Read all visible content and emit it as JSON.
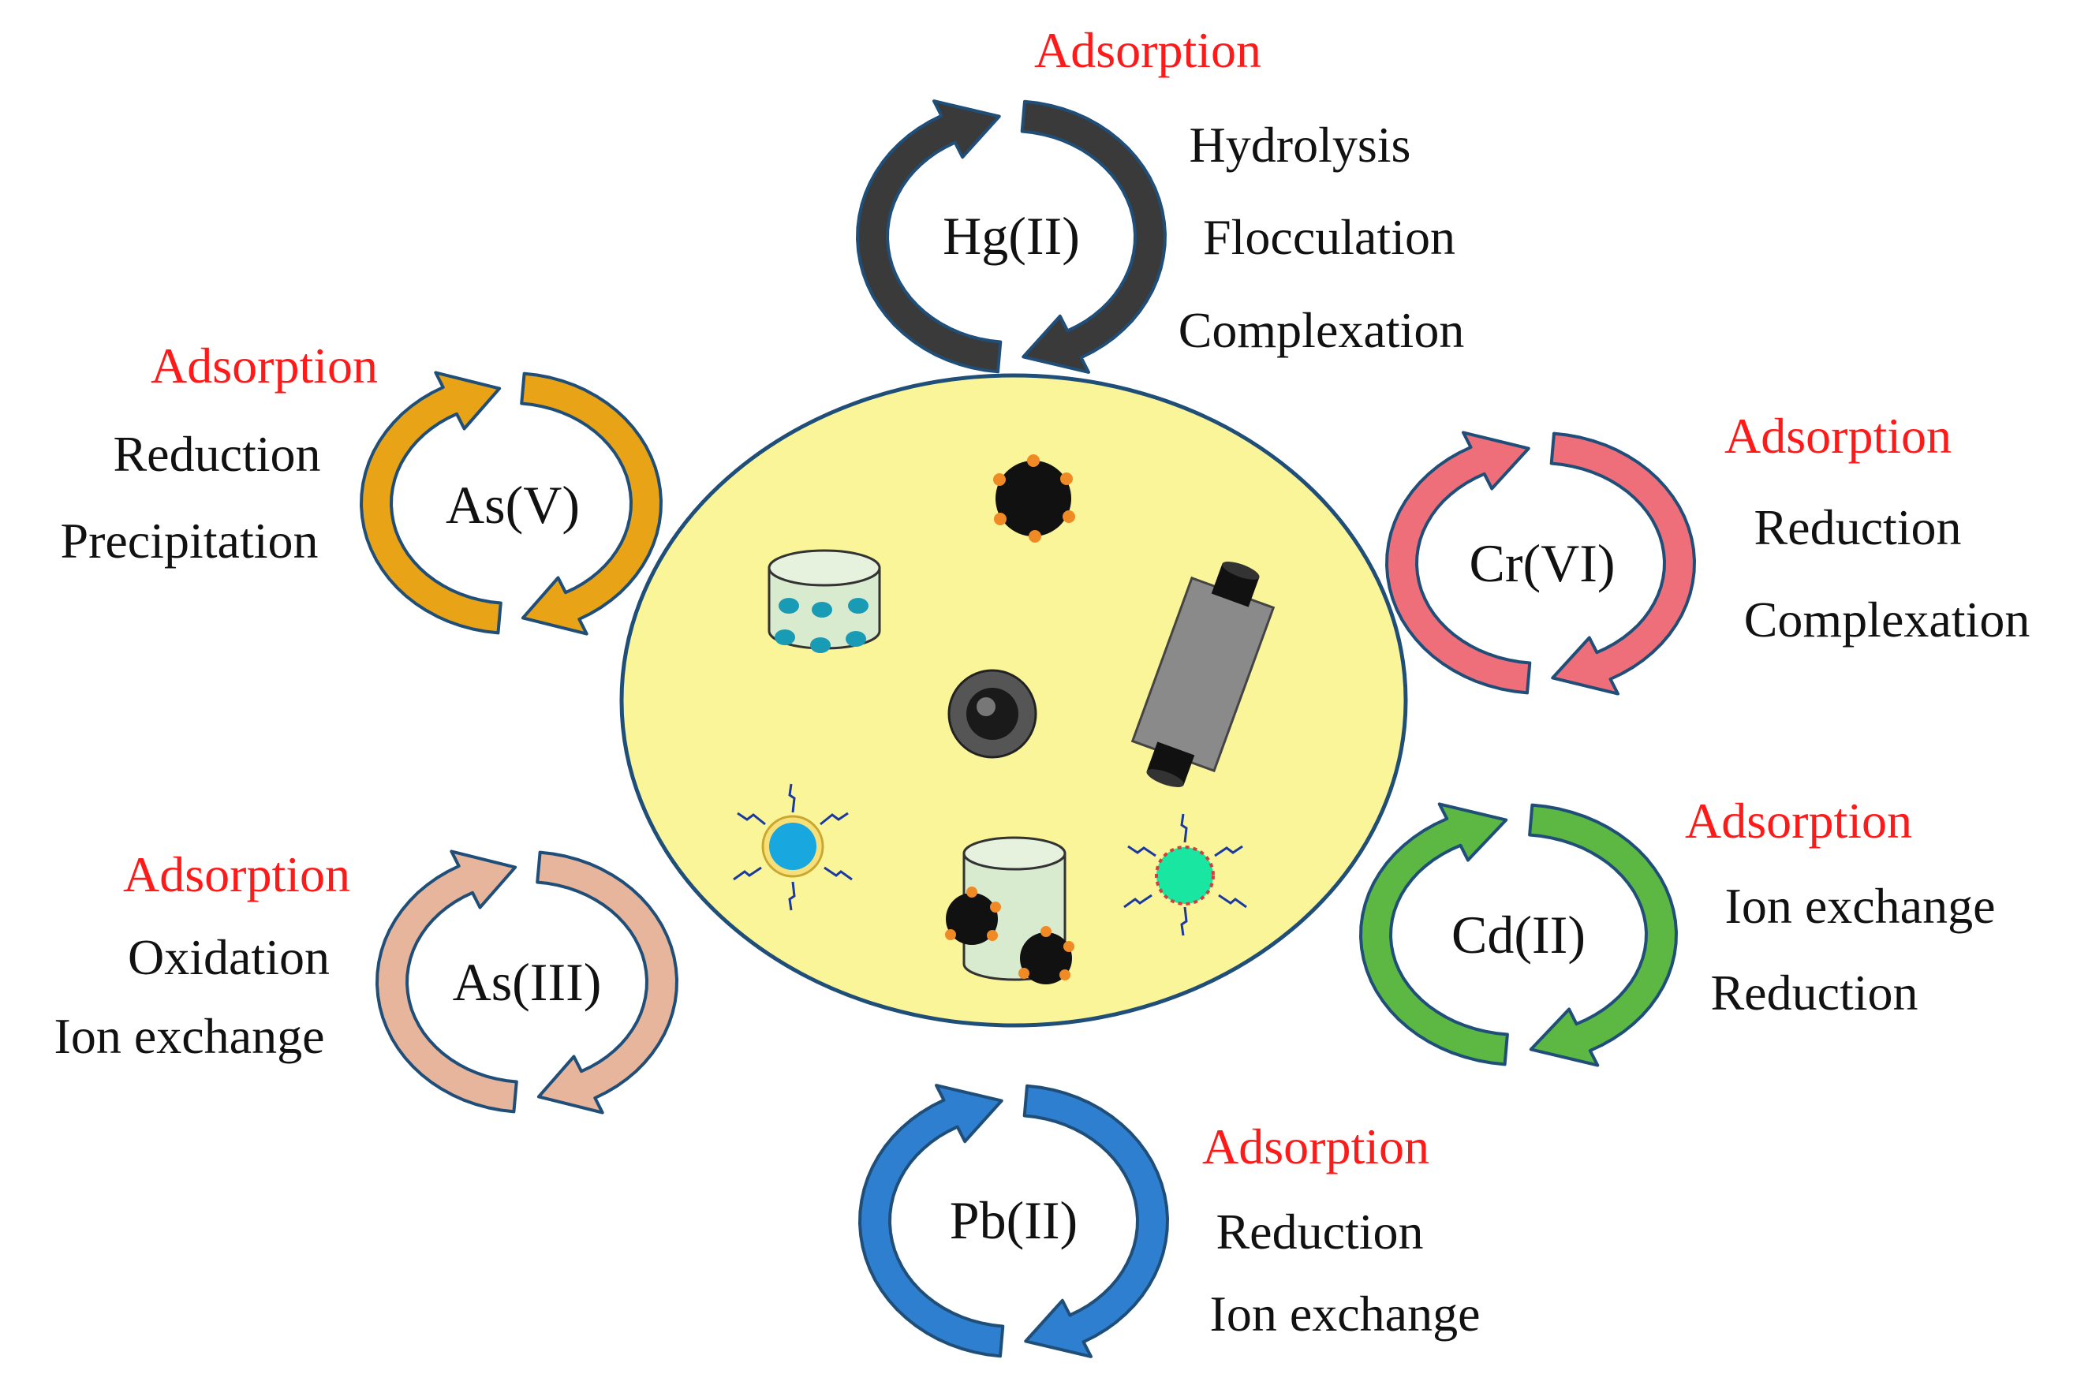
{
  "colors": {
    "center_fill": "#fbf59a",
    "center_stroke": "#1f4e79",
    "arrow_outline": "#1f4e79",
    "primary_mechanism_text": "#ff1a1a"
  },
  "center_objects": [
    "core-shell-particle-icon",
    "porous-cylinder-icon",
    "hollow-sphere-icon",
    "nanotube-icon",
    "functionalized-particle-icon",
    "coated-cylinder-icon",
    "functionalized-particle-green-icon"
  ],
  "pollutants": {
    "hg": {
      "ion": "Hg(II)",
      "arrow_color": "#3a3a3a",
      "mechanisms": [
        "Adsorption",
        "Hydrolysis",
        "Flocculation",
        "Complexation"
      ]
    },
    "as5": {
      "ion": "As(V)",
      "arrow_color": "#e8a317",
      "mechanisms": [
        "Adsorption",
        "Reduction",
        "Precipitation"
      ]
    },
    "cr": {
      "ion": "Cr(VI)",
      "arrow_color": "#ee6f7a",
      "mechanisms": [
        "Adsorption",
        "Reduction",
        "Complexation"
      ]
    },
    "as3": {
      "ion": "As(III)",
      "arrow_color": "#e7b49c",
      "mechanisms": [
        "Adsorption",
        "Oxidation",
        "Ion exchange"
      ]
    },
    "cd": {
      "ion": "Cd(II)",
      "arrow_color": "#5cb843",
      "mechanisms": [
        "Adsorption",
        "Ion exchange",
        "Reduction"
      ]
    },
    "pb": {
      "ion": "Pb(II)",
      "arrow_color": "#2f7fd0",
      "mechanisms": [
        "Adsorption",
        "Reduction",
        "Ion exchange"
      ]
    }
  }
}
